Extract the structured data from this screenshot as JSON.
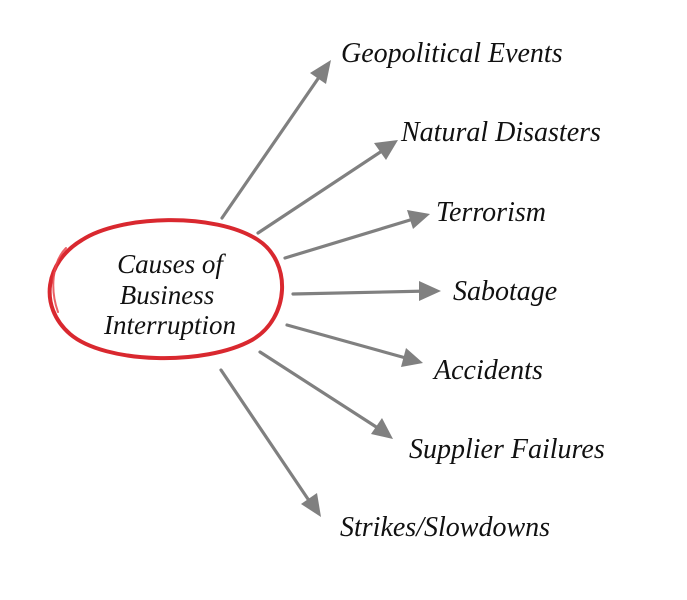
{
  "center": {
    "lines": [
      "Causes of",
      "Business",
      "Interruption"
    ],
    "ring_color": "#d9282f"
  },
  "arrow_color": "#808080",
  "causes": [
    {
      "label": "Geopolitical Events"
    },
    {
      "label": "Natural Disasters"
    },
    {
      "label": "Terrorism"
    },
    {
      "label": "Sabotage"
    },
    {
      "label": "Accidents"
    },
    {
      "label": "Supplier Failures"
    },
    {
      "label": "Strikes/Slowdowns"
    }
  ]
}
